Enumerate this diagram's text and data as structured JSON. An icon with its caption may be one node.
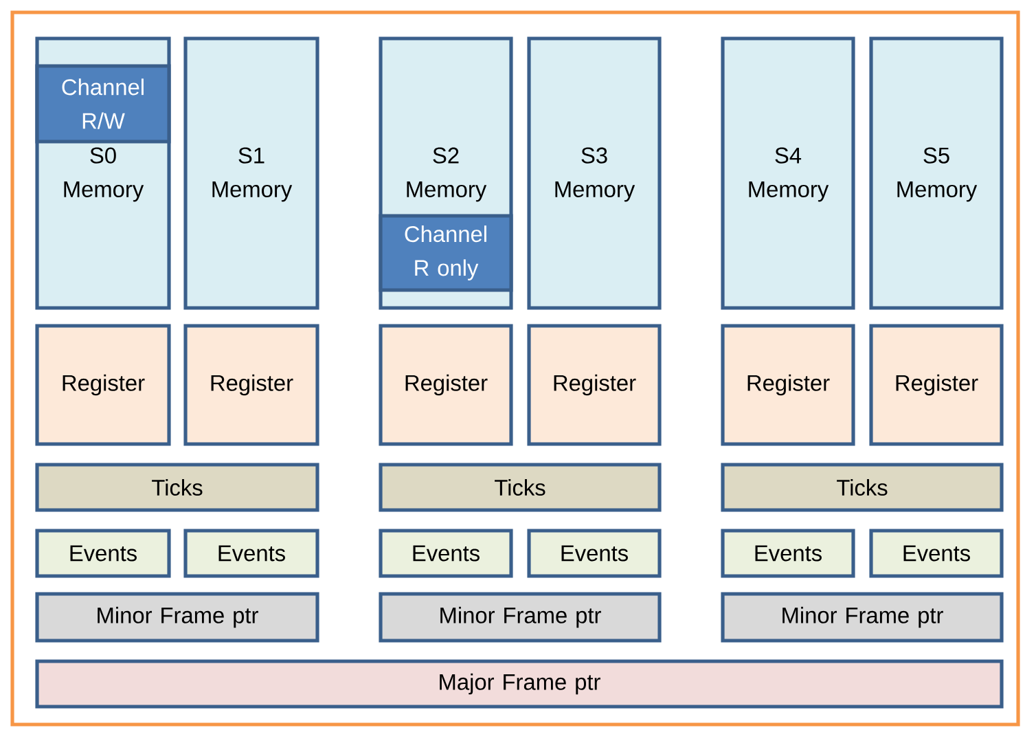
{
  "diagram": {
    "nodes": [
      {
        "text": [
          "S0 Memory"
        ]
      },
      {
        "text": [
          "Channel R/W"
        ],
        "in": 0
      },
      {
        "text": [
          "S1 Memory"
        ]
      },
      {
        "text": [
          "S2 Memory"
        ]
      },
      {
        "text": [
          "Channel R only"
        ],
        "in": 3
      },
      {
        "text": [
          "S3 Memory"
        ]
      },
      {
        "text": [
          "S4 Memory"
        ]
      },
      {
        "text": [
          "S5 Memory"
        ]
      },
      {
        "text": [
          "Register"
        ]
      },
      {
        "text": [
          "Register"
        ]
      },
      {
        "text": [
          "Register"
        ]
      },
      {
        "text": [
          "Register"
        ]
      },
      {
        "text": [
          "Register"
        ]
      },
      {
        "text": [
          "Register"
        ]
      },
      {
        "text": [
          "Ticks"
        ]
      },
      {
        "text": [
          "Ticks"
        ]
      },
      {
        "text": [
          "Ticks"
        ]
      },
      {
        "text": [
          "Events"
        ]
      },
      {
        "text": [
          "Events"
        ]
      },
      {
        "text": [
          "Events"
        ]
      },
      {
        "text": [
          "Events"
        ]
      },
      {
        "text": [
          "Events"
        ]
      },
      {
        "text": [
          "Events"
        ]
      },
      {
        "text": [
          "Minor Frame ptr"
        ]
      },
      {
        "text": [
          "Minor Frame ptr"
        ]
      },
      {
        "text": [
          "Minor Frame ptr"
        ]
      },
      {
        "text": [
          "Major Frame ptr"
        ]
      }
    ]
  }
}
